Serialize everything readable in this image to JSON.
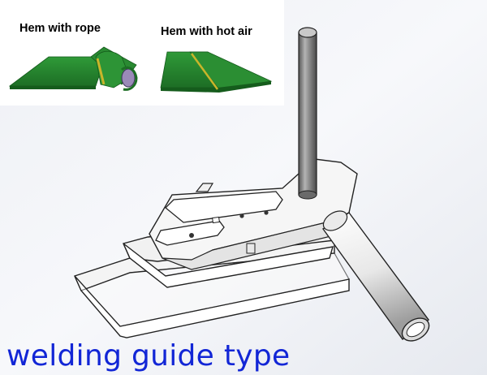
{
  "inset_labels": {
    "hem_with_rope": "Hem with rope",
    "hem_with_hot_air": "Hem with hot air"
  },
  "caption": "welding guide type",
  "colors": {
    "fabric_green": "#2a8a32",
    "weld_seam_yellow": "#c9b52a",
    "rope_purple": "#9a8ab8",
    "caption_blue": "#1226d6"
  }
}
